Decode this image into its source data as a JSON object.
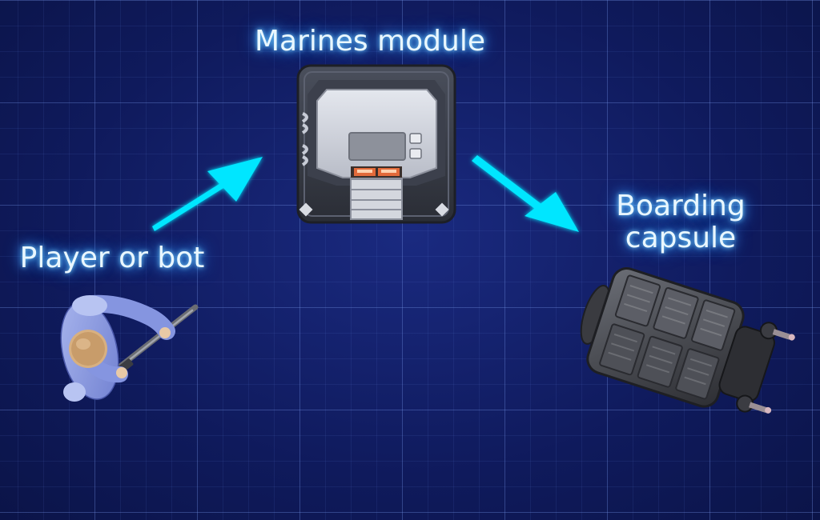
{
  "labels": {
    "module": "Marines module",
    "player": "Player or bot",
    "capsule_line1": "Boarding",
    "capsule_line2": "capsule"
  },
  "icons": {
    "player": "soldier-with-rifle-icon",
    "module": "marines-module-icon",
    "capsule": "boarding-capsule-icon",
    "arrows": "arrow-icon"
  },
  "colors": {
    "background": "#0f1a5c",
    "grid": "#5a78d2",
    "arrow": "#00e6ff",
    "label_glow": "#3ea8ff"
  }
}
